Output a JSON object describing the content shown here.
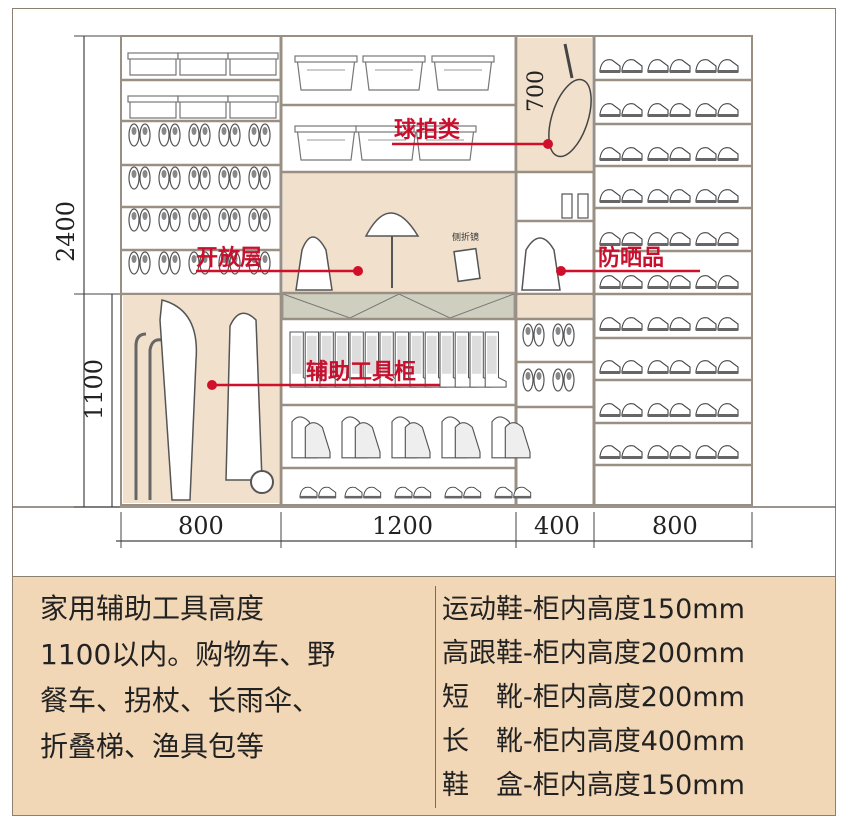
{
  "colors": {
    "cabinet_fill": "#f1e0cc",
    "frame_stroke": "#9a8f83",
    "callout_red": "#d0102a",
    "panel_bg": "#f2d7b6",
    "divider_band": "#cfcfbf"
  },
  "dimensions": {
    "overall_height": "2400",
    "tool_height": "1100",
    "racket_height": "700",
    "widths": [
      "800",
      "1200",
      "400",
      "800"
    ]
  },
  "callouts": {
    "racket": "球拍类",
    "open_shelf": "开放层",
    "sun_protection": "防晒品",
    "tool_cabinet": "辅助工具柜"
  },
  "hanger_label": "侧折镜",
  "left_note": [
    "家用辅助工具高度",
    "1100以内。购物车、野",
    "餐车、拐杖、长雨伞、",
    "折叠梯、渔具包等"
  ],
  "right_note": [
    "运动鞋-柜内高度150mm",
    "高跟鞋-柜内高度200mm",
    "短　靴-柜内高度200mm",
    "长　靴-柜内高度400mm",
    "鞋　盒-柜内高度150mm"
  ],
  "icons": [
    "storage-box-icon",
    "shoe-pair-icon",
    "sneaker-icon",
    "boot-icon",
    "tennis-racket-icon",
    "hat-icon",
    "bag-icon",
    "umbrella-icon",
    "cane-icon",
    "shopping-trolley-icon",
    "bottle-icon",
    "mirror-icon"
  ]
}
